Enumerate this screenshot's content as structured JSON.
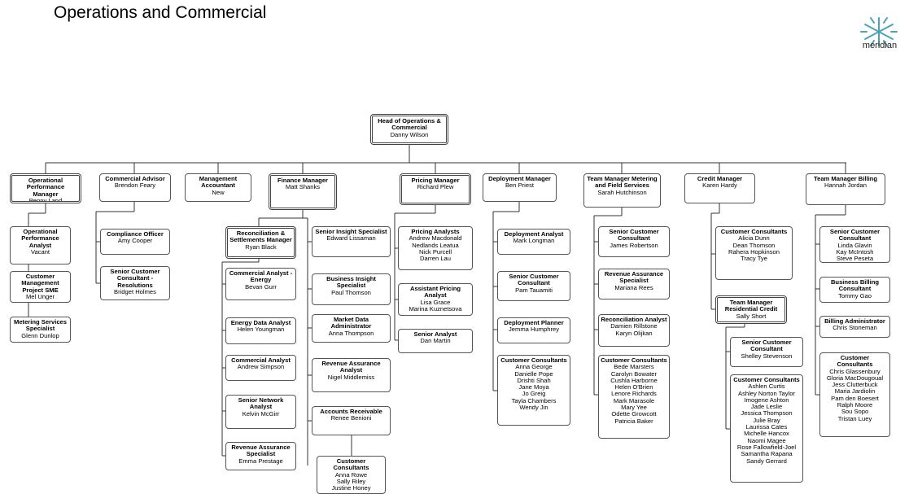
{
  "header": {
    "title": "Operations and Commercial",
    "logo_text": "meridian",
    "logo_icon": "meridian-star-icon"
  },
  "head": {
    "title": "Head of Operations & Commercial",
    "names": [
      "Danny Wilson"
    ]
  },
  "managers": [
    {
      "title": "Operational Performance Manager",
      "names": [
        "Penny Land"
      ]
    },
    {
      "title": "Commercial Advisor",
      "names": [
        "Brendon Feary"
      ]
    },
    {
      "title": "Management Accountant",
      "names": [
        "New"
      ]
    },
    {
      "title": "Finance Manager",
      "names": [
        "Matt Shanks"
      ]
    },
    {
      "title": "Pricing Manager",
      "names": [
        "Richard Plew"
      ]
    },
    {
      "title": "Deployment Manager",
      "names": [
        "Ben Priest"
      ]
    },
    {
      "title": "Team Manager Metering and Field Services",
      "names": [
        "Sarah Hutchinson"
      ]
    },
    {
      "title": "Credit Manager",
      "names": [
        "Karen Hardy"
      ]
    },
    {
      "title": "Team Manager Billing",
      "names": [
        "Hannah Jordan"
      ]
    }
  ],
  "ops_reports": [
    {
      "title": "Operational Performance Analyst",
      "names": [
        "Vacant"
      ]
    },
    {
      "title": "Customer Management Project SME",
      "names": [
        "Mel Unger"
      ]
    },
    {
      "title": "Metering Services Specialist",
      "names": [
        "Glenn Dunlop"
      ]
    }
  ],
  "advisor_reports": [
    {
      "title": "Compliance Officer",
      "names": [
        "Amy Cooper"
      ]
    },
    {
      "title": "Senior Customer Consultant - Resolutions",
      "names": [
        "Bridget Holmes"
      ]
    }
  ],
  "finance_left": [
    {
      "title": "Reconciliation & Settlements Manager",
      "names": [
        "Ryan Black"
      ]
    },
    {
      "title": "Commercial Analyst - Energy",
      "names": [
        "Bevan Gurr"
      ]
    },
    {
      "title": "Energy Data Analyst",
      "names": [
        "Helen Youngman"
      ]
    },
    {
      "title": "Commercial Analyst",
      "names": [
        "Andrew Simpson"
      ]
    },
    {
      "title": "Senior Network Analyst",
      "names": [
        "Kelvin McGirr"
      ]
    },
    {
      "title": "Revenue Assurance Specialist",
      "names": [
        "Emma Prestage"
      ]
    }
  ],
  "finance_right": [
    {
      "title": "Senior Insight Specialist",
      "names": [
        "Edward Lissaman"
      ]
    },
    {
      "title": "Business Insight Specialist",
      "names": [
        "Paul Thomson"
      ]
    },
    {
      "title": "Market Data Administrator",
      "names": [
        "Anna Thompson"
      ]
    },
    {
      "title": "Revenue Assurance Analyst",
      "names": [
        "Nigel Middlemiss"
      ]
    },
    {
      "title": "Accounts Receivable",
      "names": [
        "Renee Benioni"
      ]
    },
    {
      "title": "Customer Consultants",
      "names": [
        "Anna Rowe",
        "Sally Riley",
        "Justine Honey"
      ]
    }
  ],
  "pricing_reports": [
    {
      "title": "Pricing Analysts",
      "names": [
        "Andrew Macdonald",
        "Nedlands Leatua",
        "Nick Purcell",
        "Darren Lau"
      ]
    },
    {
      "title": "Assistant Pricing Analyst",
      "names": [
        "Lisa Grace",
        "Marina Kuznetsova"
      ]
    },
    {
      "title": "Senior Analyst",
      "names": [
        "Dan Martin"
      ]
    }
  ],
  "deployment_reports": [
    {
      "title": "Deployment Analyst",
      "names": [
        "Mark Longman"
      ]
    },
    {
      "title": "Senior Customer Consultant",
      "names": [
        "Pam Tauamiti"
      ]
    },
    {
      "title": "Deployment Planner",
      "names": [
        "Jemma Humphrey"
      ]
    },
    {
      "title": "Customer Consultants",
      "names": [
        "Anna George",
        "Danielle Pope",
        "Drishti Shah",
        "Jane Moya",
        "Jo Greig",
        "Tayla Chambers",
        "Wendy Jin"
      ]
    }
  ],
  "metering_reports": [
    {
      "title": "Senior Customer Consultant",
      "names": [
        "James Robertson"
      ]
    },
    {
      "title": "Revenue Assurance Specialist",
      "names": [
        "Mariana Rees"
      ]
    },
    {
      "title": "Reconciliation Analyst",
      "names": [
        "Damien Rillstone",
        "Karyn Olijkan"
      ]
    },
    {
      "title": "Customer Consultants",
      "names": [
        "Bede Marsters",
        "Carolyn Bowater",
        "Cushla Harborne",
        "Helen O'Brien",
        "Lenore Richards",
        "Mark Marasole",
        "Mary Yee",
        "Odette Growcott",
        "Patricia Baker"
      ]
    }
  ],
  "credit_reports": [
    {
      "title": "Customer Consultants",
      "names": [
        "Alicia Dunn",
        "Dean Thomson",
        "Rahera Hopkinson",
        "Tracy Tye"
      ]
    },
    {
      "title": "Team Manager Residential Credit",
      "names": [
        "Sally Short"
      ]
    },
    {
      "title": "Senior Customer Consultant",
      "names": [
        "Shelley Stevenson"
      ]
    },
    {
      "title": "Customer Consultants",
      "names": [
        "Ashlen Curtis",
        "Ashley Norton Taylor",
        "Imogene Ashton",
        "Jade Leslie",
        "Jessica Thompson",
        "Julie Bray",
        "Laurissa Cates",
        "Michelle Hancox",
        "Naomi Magee",
        "Rose Fallowfield-Joel",
        "Samantha Rapana",
        "Sandy Gerrard"
      ]
    }
  ],
  "billing_reports": [
    {
      "title": "Senior Customer Consultant",
      "names": [
        "Linda Glavin",
        "Kay McIntosh",
        "Steve Peseta"
      ]
    },
    {
      "title": "Business Billing Consultant",
      "names": [
        "Tommy Gao"
      ]
    },
    {
      "title": "Billing Administrator",
      "names": [
        "Chris Stoneman"
      ]
    },
    {
      "title": "Customer Consultants",
      "names": [
        "Chris Glassenbury",
        "Gloria MacDougoual",
        "Jess Clutterbuck",
        "Maria Jardiolin",
        "Pam den Boesert",
        "Ralph Moore",
        "Sou Sopo",
        "Tristan Luey"
      ]
    }
  ]
}
